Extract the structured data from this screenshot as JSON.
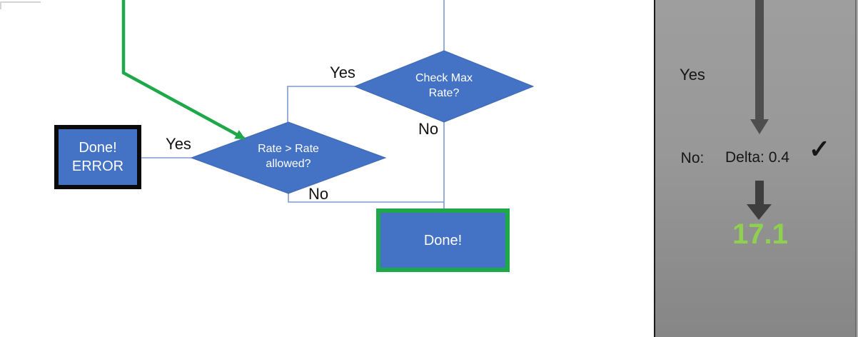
{
  "flowchart": {
    "check_max_diamond": {
      "line1": "Check Max",
      "line2": "Rate?",
      "yes": "Yes",
      "no": "No"
    },
    "rate_diamond": {
      "line1": "Rate > Rate",
      "line2": "allowed?",
      "yes": "Yes",
      "no": "No"
    },
    "error_box": {
      "line1": "Done!",
      "line2": "ERROR"
    },
    "done_box": {
      "label": "Done!"
    }
  },
  "panel": {
    "yes": "Yes",
    "no": "No:",
    "delta": "Delta: 0.4",
    "check": "✓",
    "value": "17.1"
  },
  "colors": {
    "shape_blue": "#4472C4",
    "connector_blue": "#7D9AD0",
    "flow_green": "#1FA84A",
    "done_border_green": "#1FA84A",
    "result_green": "#8FD14F",
    "arrow_gray_1": "#4E4E4E",
    "arrow_gray_2": "#3E3E3E",
    "panel_gray": "#989898"
  }
}
